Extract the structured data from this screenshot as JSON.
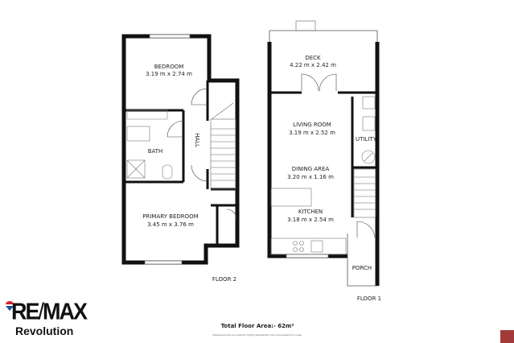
{
  "floor2": {
    "label": "FLOOR 2",
    "rooms": [
      {
        "name": "BEDROOM",
        "dims": "3.19 m x 2.74 m"
      },
      {
        "name": "BATH",
        "dims": ""
      },
      {
        "name": "HALL",
        "dims": ""
      },
      {
        "name": "PRIMARY BEDROOM",
        "dims": "3.45 m x 3.76 m"
      }
    ]
  },
  "floor1": {
    "label": "FLOOR 1",
    "rooms": [
      {
        "name": "DECK",
        "dims": "4.22 m x 2.42 m"
      },
      {
        "name": "LIVING ROOM",
        "dims": "3.19 m x 2.52 m"
      },
      {
        "name": "DINING AREA",
        "dims": "3.20 m x 1.16 m"
      },
      {
        "name": "KITCHEN",
        "dims": "3.18 m x 2.54 m"
      },
      {
        "name": "UTILITY",
        "dims": ""
      },
      {
        "name": "PORCH",
        "dims": ""
      }
    ]
  },
  "footer": {
    "total_area": "Total Floor Area:- 62m²",
    "disclaimer": "Measurements Are Deemed Highly Reliable But Not Guaranteed Accurate."
  },
  "brand": {
    "logo_text": "RE/MAX",
    "office": "Revolution",
    "colors": {
      "red": "#d9232e",
      "blue": "#1a4f9c",
      "corner": "#a33a3a"
    }
  }
}
